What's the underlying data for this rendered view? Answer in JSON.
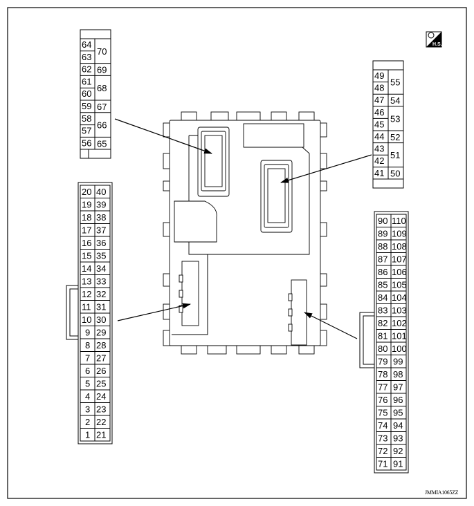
{
  "badge": {
    "text": "H.S."
  },
  "figure_code": "JMMIA1065ZZ",
  "connectors": {
    "top_left": {
      "pairs": [
        [
          "64",
          "70"
        ],
        [
          "63",
          ""
        ],
        [
          "62",
          "69"
        ],
        [
          "61",
          "68"
        ],
        [
          "60",
          ""
        ],
        [
          "59",
          "67"
        ],
        [
          "58",
          "66"
        ],
        [
          "57",
          ""
        ],
        [
          "56",
          "65"
        ]
      ]
    },
    "top_right": {
      "pairs": [
        [
          "49",
          "55"
        ],
        [
          "48",
          ""
        ],
        [
          "47",
          "54"
        ],
        [
          "46",
          "53"
        ],
        [
          "45",
          ""
        ],
        [
          "44",
          "52"
        ],
        [
          "43",
          "51"
        ],
        [
          "42",
          ""
        ],
        [
          "41",
          "50"
        ]
      ]
    },
    "left": {
      "rows": [
        [
          "20",
          "40"
        ],
        [
          "19",
          "39"
        ],
        [
          "18",
          "38"
        ],
        [
          "17",
          "37"
        ],
        [
          "16",
          "36"
        ],
        [
          "15",
          "35"
        ],
        [
          "14",
          "34"
        ],
        [
          "13",
          "33"
        ],
        [
          "12",
          "32"
        ],
        [
          "11",
          "31"
        ],
        [
          "10",
          "30"
        ],
        [
          "9",
          "29"
        ],
        [
          "8",
          "28"
        ],
        [
          "7",
          "27"
        ],
        [
          "6",
          "26"
        ],
        [
          "5",
          "25"
        ],
        [
          "4",
          "24"
        ],
        [
          "3",
          "23"
        ],
        [
          "2",
          "22"
        ],
        [
          "1",
          "21"
        ]
      ]
    },
    "right": {
      "rows": [
        [
          "90",
          "110"
        ],
        [
          "89",
          "109"
        ],
        [
          "88",
          "108"
        ],
        [
          "87",
          "107"
        ],
        [
          "86",
          "106"
        ],
        [
          "85",
          "105"
        ],
        [
          "84",
          "104"
        ],
        [
          "83",
          "103"
        ],
        [
          "82",
          "102"
        ],
        [
          "81",
          "101"
        ],
        [
          "80",
          "100"
        ],
        [
          "79",
          "99"
        ],
        [
          "78",
          "98"
        ],
        [
          "77",
          "97"
        ],
        [
          "76",
          "96"
        ],
        [
          "75",
          "95"
        ],
        [
          "74",
          "94"
        ],
        [
          "73",
          "93"
        ],
        [
          "72",
          "92"
        ],
        [
          "71",
          "91"
        ]
      ]
    }
  }
}
